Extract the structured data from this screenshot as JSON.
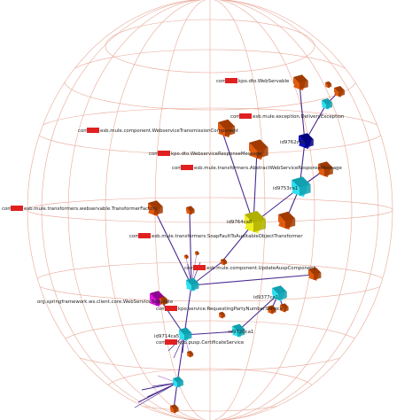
{
  "colors": {
    "grid": "#e8a898",
    "edge": "#4a2a90",
    "edge_light": "#c090d0",
    "orange": "#e05a10",
    "orange_dark": "#a03a00",
    "cyan": "#30e0f0",
    "cyan_dark": "#10a0b0",
    "blue": "#1010c0",
    "yellow": "#f0f020",
    "magenta": "#e010e0",
    "redact": "#e02020"
  },
  "labels": {
    "webservable": "kpo.dto.WebServable",
    "delivery_exception": "esb.mule.exception.DeliveryException",
    "transmission_component": "esb.mule.component.WebserviceTransmissionComponent",
    "response_message": "kpo.dto.WebserviceResponseMessage",
    "abstract_response": "esb.mule.transformers.AbstractWebServiceResponseMessage",
    "transformer_factory": "esb.mule.transformers.webservable.TransformerFactory",
    "soapfault_transformer": "esb.mule.transformers.SoapFaultToAuditableObjectTransformer",
    "update_component": "esb.mule.component.UpdateAuspComponent",
    "ws_template": "org.springframework.ws.client.core.WebServiceTemplate",
    "requesting_party": "kpo.service.RequestingPartyNumberService",
    "certificate_service": "kpo.pusp.CertificateService",
    "prefix": "com.",
    "id_9762": "id9762ce6",
    "id_9753": "id9753ca1",
    "id_9764": "id9764ca8",
    "id_9377": "id9377ca1",
    "id_9720": "id9720ca1",
    "id_9714": "id9714ca5"
  }
}
